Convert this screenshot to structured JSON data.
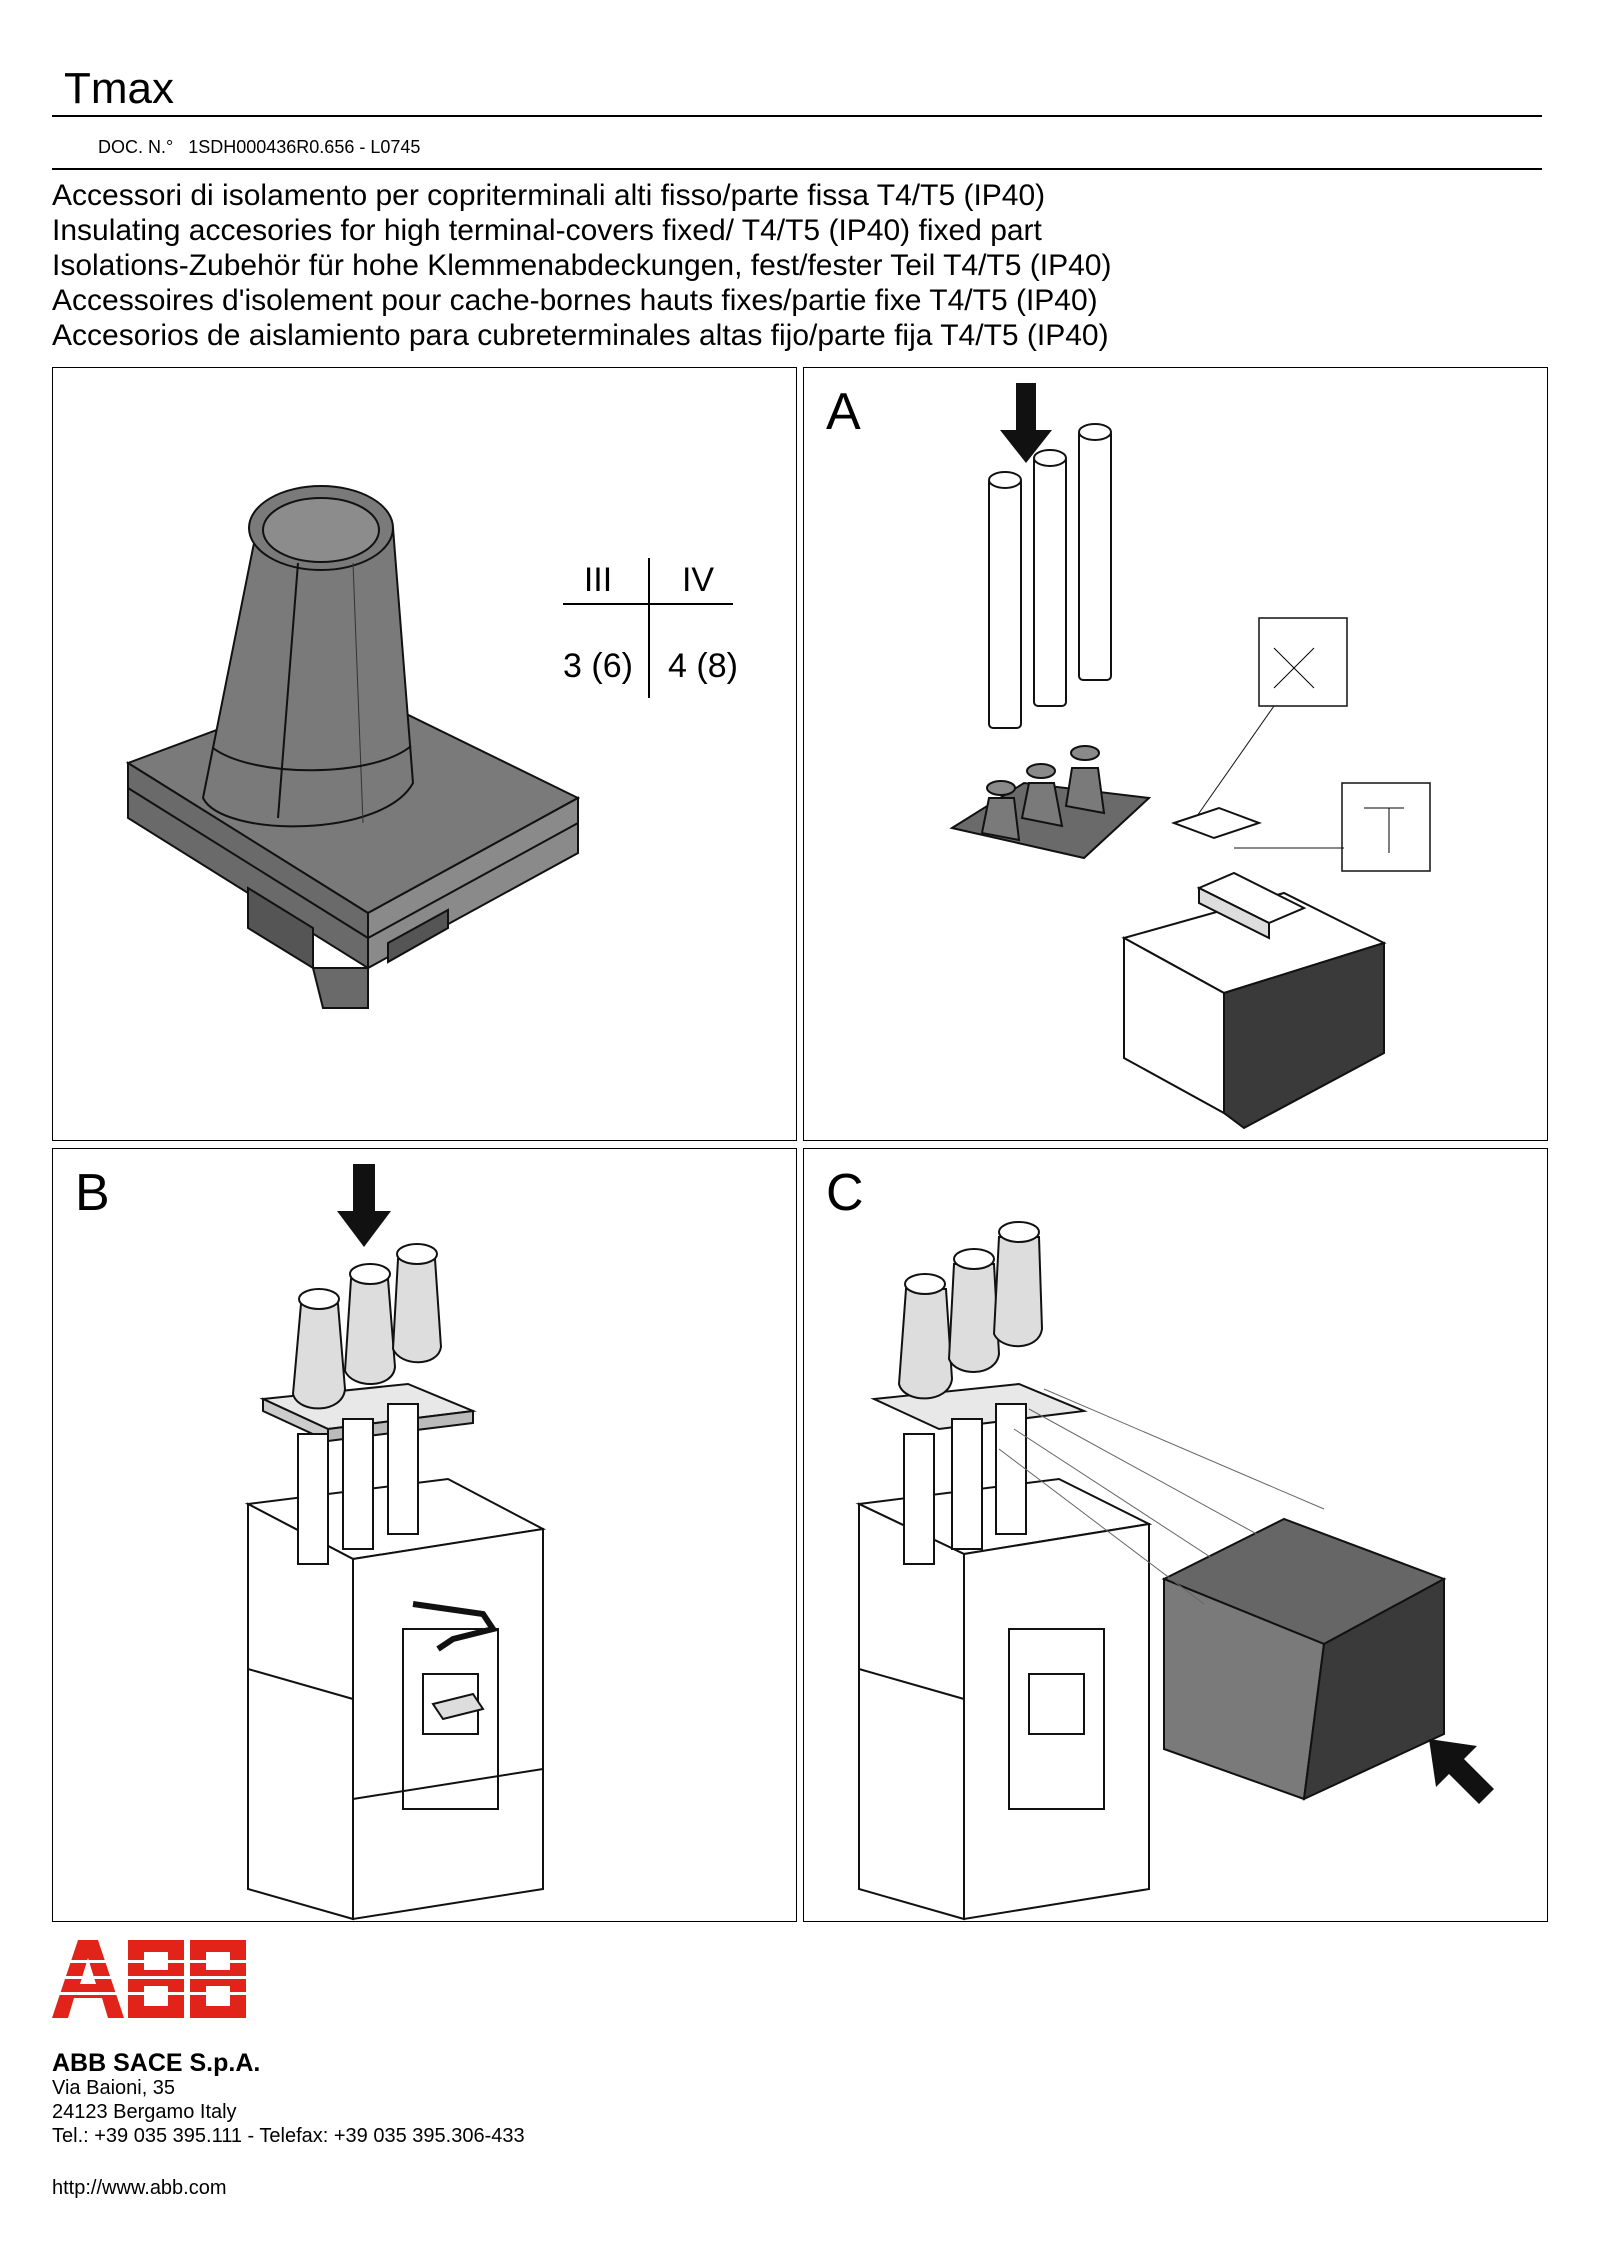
{
  "header": {
    "title": "Tmax",
    "doc_label": "DOC. N.°",
    "doc_number": "1SDH000436R0.656 - L0745"
  },
  "description": [
    "Accessori di isolamento per copriterminali alti fisso/parte fissa T4/T5 (IP40)",
    "Insulating accesories for high terminal-covers fixed/ T4/T5 (IP40) fixed part",
    "Isolations-Zubehör für hohe Klemmenabdeckungen, fest/fester Teil T4/T5 (IP40)",
    "Accessoires d'isolement pour cache-bornes hauts fixes/partie fixe T4/T5 (IP40)",
    "Accesorios de aislamiento para cubreterminales altas fijo/parte fija T4/T5 (IP40)"
  ],
  "quantity_table": {
    "headers": [
      "III",
      "IV"
    ],
    "values": [
      "3 (6)",
      "4 (8)"
    ]
  },
  "panels": {
    "a_label": "A",
    "b_label": "B",
    "c_label": "C"
  },
  "footer": {
    "logo_text": "ABB",
    "company": "ABB SACE S.p.A.",
    "street": "Via Baioni, 35",
    "city": "24123 Bergamo Italy",
    "phone": "Tel.: +39 035 395.111 - Telefax: +39 035 395.306-433",
    "url": "http://www.abb.com"
  },
  "colors": {
    "part_gray": "#7a7a7a",
    "logo_red": "#e2231a"
  }
}
